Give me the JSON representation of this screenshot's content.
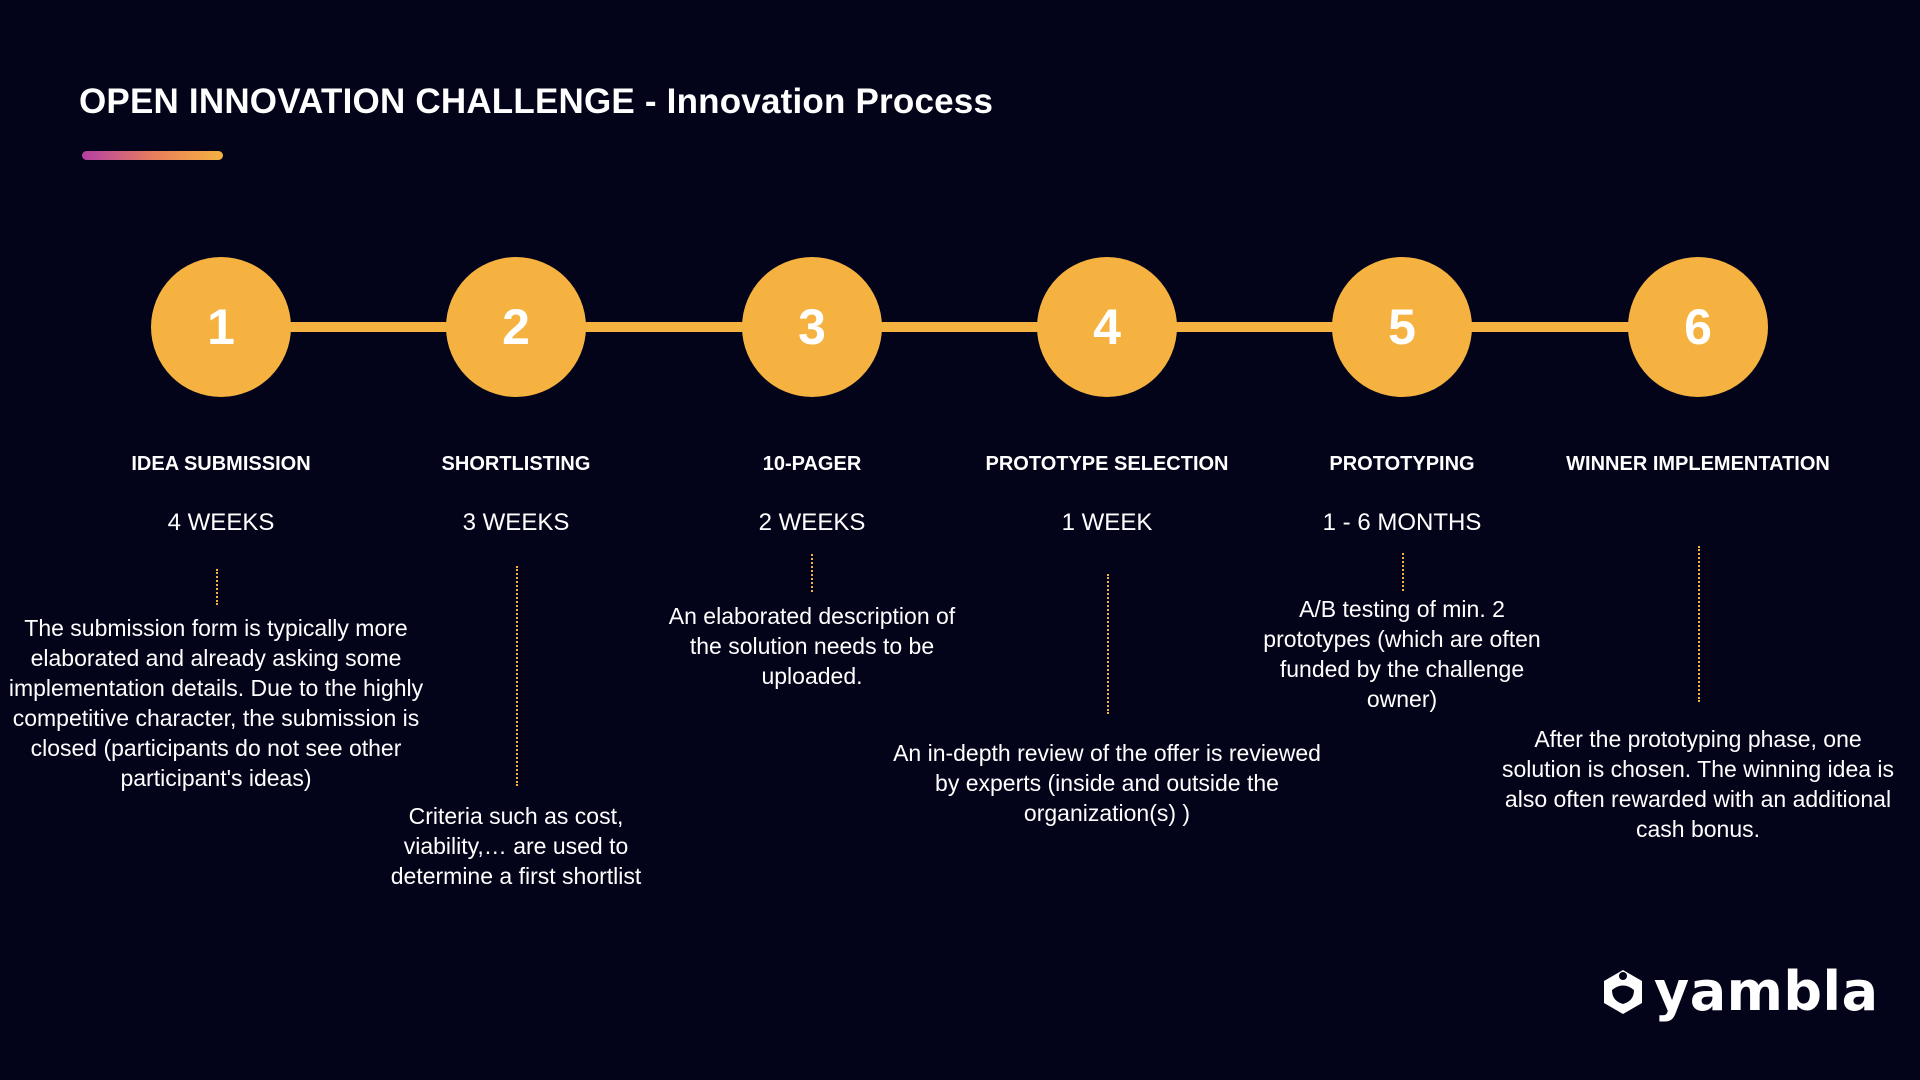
{
  "title": "OPEN INNOVATION CHALLENGE - Innovation Process",
  "steps": [
    {
      "number": "1",
      "name": "IDEA SUBMISSION",
      "duration": "4 WEEKS",
      "description": "The submission form is typically more elaborated and already asking some implementation details. Due to the highly competitive character, the submission is closed (participants do not see other participant's ideas)"
    },
    {
      "number": "2",
      "name": "SHORTLISTING",
      "duration": "3 WEEKS",
      "description": "Criteria such as cost, viability,… are used to determine a first shortlist"
    },
    {
      "number": "3",
      "name": "10-PAGER",
      "duration": "2 WEEKS",
      "description": "An elaborated description of the solution needs to be uploaded."
    },
    {
      "number": "4",
      "name": "PROTOTYPE SELECTION",
      "duration": "1 WEEK",
      "description": "An in-depth review of the offer is reviewed by experts (inside and outside the organization(s) )"
    },
    {
      "number": "5",
      "name": "PROTOTYPING",
      "duration": "1 - 6 MONTHS",
      "description": "A/B testing of min. 2 prototypes (which are often funded by the challenge owner)"
    },
    {
      "number": "6",
      "name": "WINNER IMPLEMENTATION",
      "duration": "",
      "description": "After the prototyping phase, one solution is chosen. The winning idea is also often rewarded with an additional cash bonus."
    }
  ],
  "logo": {
    "text": "yambla",
    "icon": "yambla-logo-icon"
  },
  "colors": {
    "background": "#03041a",
    "accent": "#f5b240",
    "text": "#ffffff"
  }
}
